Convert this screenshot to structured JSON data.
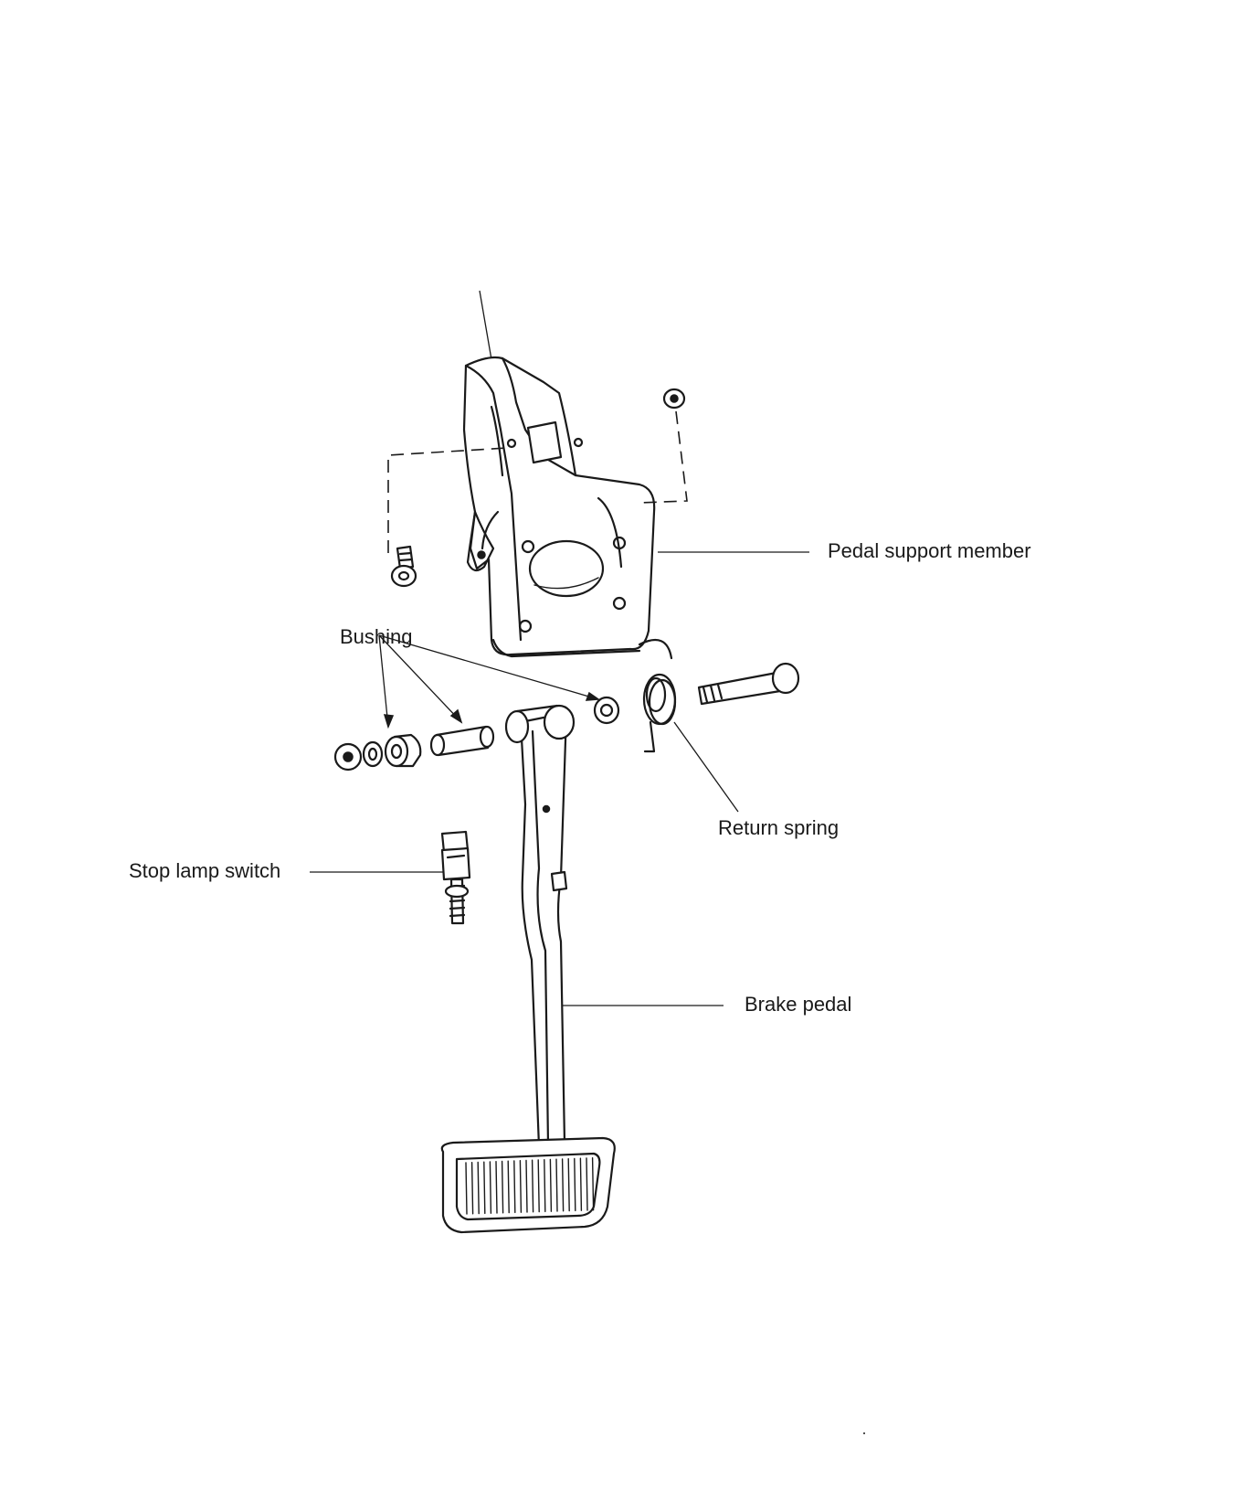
{
  "labels": {
    "pedal_support_member": "Pedal support member",
    "bushing": "Bushing",
    "return_spring": "Return  spring",
    "stop_lamp_switch": "Stop lamp switch",
    "brake_pedal": "Brake pedal"
  },
  "colors": {
    "line": "#1a1a1a",
    "background": "#ffffff"
  }
}
